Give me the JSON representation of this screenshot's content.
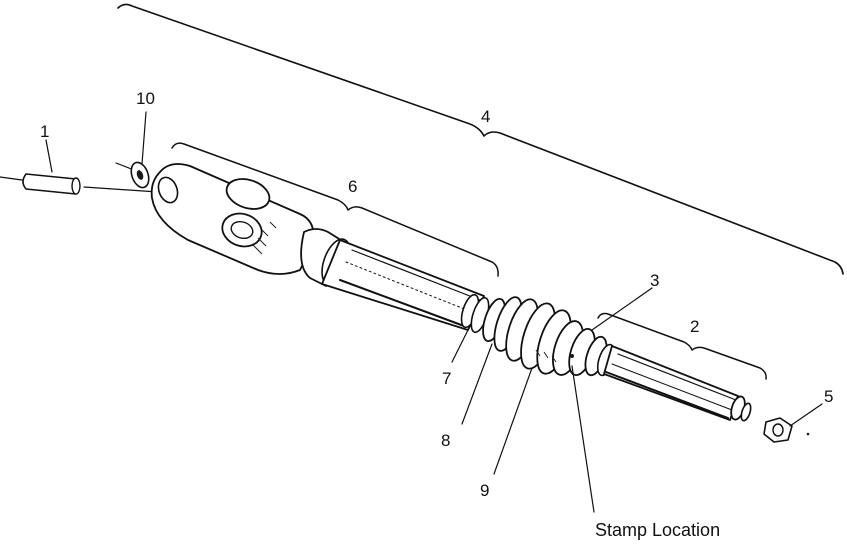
{
  "callouts": {
    "c1": "1",
    "c2": "2",
    "c3": "3",
    "c4": "4",
    "c5": "5",
    "c6": "6",
    "c7": "7",
    "c8": "8",
    "c9": "9",
    "c10": "10"
  },
  "stamp_label": "Stamp Location",
  "colors": {
    "ink": "#111111",
    "paper": "#ffffff"
  }
}
